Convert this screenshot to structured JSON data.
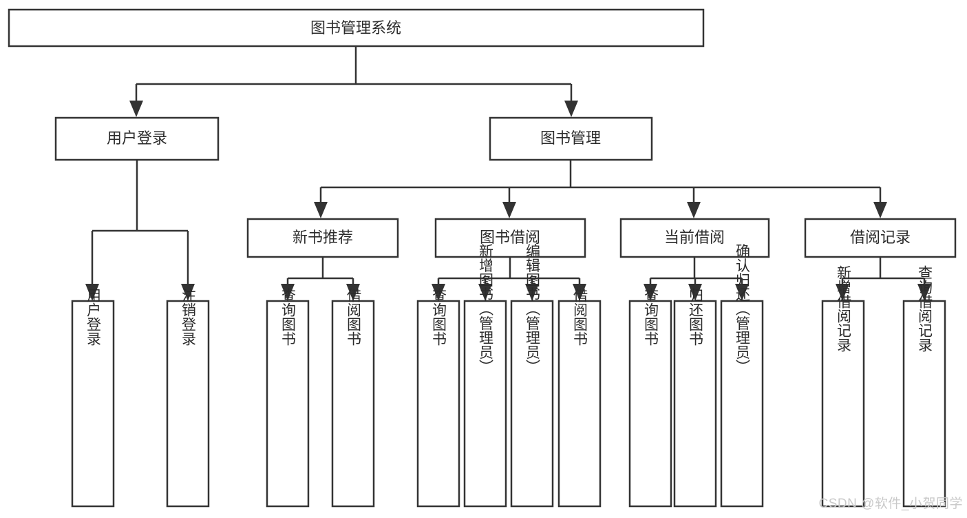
{
  "diagram": {
    "type": "tree",
    "title": "图书管理系统",
    "watermark": "CSDN @软件_小贺同学",
    "colors": {
      "box_stroke": "#333333",
      "box_fill": "#ffffff",
      "text": "#2b2b2b",
      "watermark": "#c9c9c9",
      "background": "#ffffff"
    },
    "levels": {
      "root": {
        "label": "图书管理系统"
      },
      "level2": [
        {
          "label": "用户登录"
        },
        {
          "label": "图书管理"
        }
      ],
      "level3": [
        {
          "label": "新书推荐"
        },
        {
          "label": "图书借阅"
        },
        {
          "label": "当前借阅"
        },
        {
          "label": "借阅记录"
        }
      ]
    },
    "nodes": {
      "root": "图书管理系统",
      "user_login": "用户登录",
      "book_manage": "图书管理",
      "new_book_rec": "新书推荐",
      "book_borrow": "图书借阅",
      "current_borrow": "当前借阅",
      "borrow_record": "借阅记录"
    },
    "leaves": {
      "user_login": [
        "用户登录",
        "注销登录"
      ],
      "new_book_rec": [
        "查询图书",
        "借阅图书"
      ],
      "book_borrow": [
        "查询图书",
        "新增图书（管理员）",
        "编辑图书（管理员）",
        "借阅图书"
      ],
      "current_borrow": [
        "查询图书",
        "归还图书",
        "确认归还（管理员）"
      ],
      "borrow_record": [
        "新增借阅记录",
        "查询借阅记录"
      ]
    }
  }
}
